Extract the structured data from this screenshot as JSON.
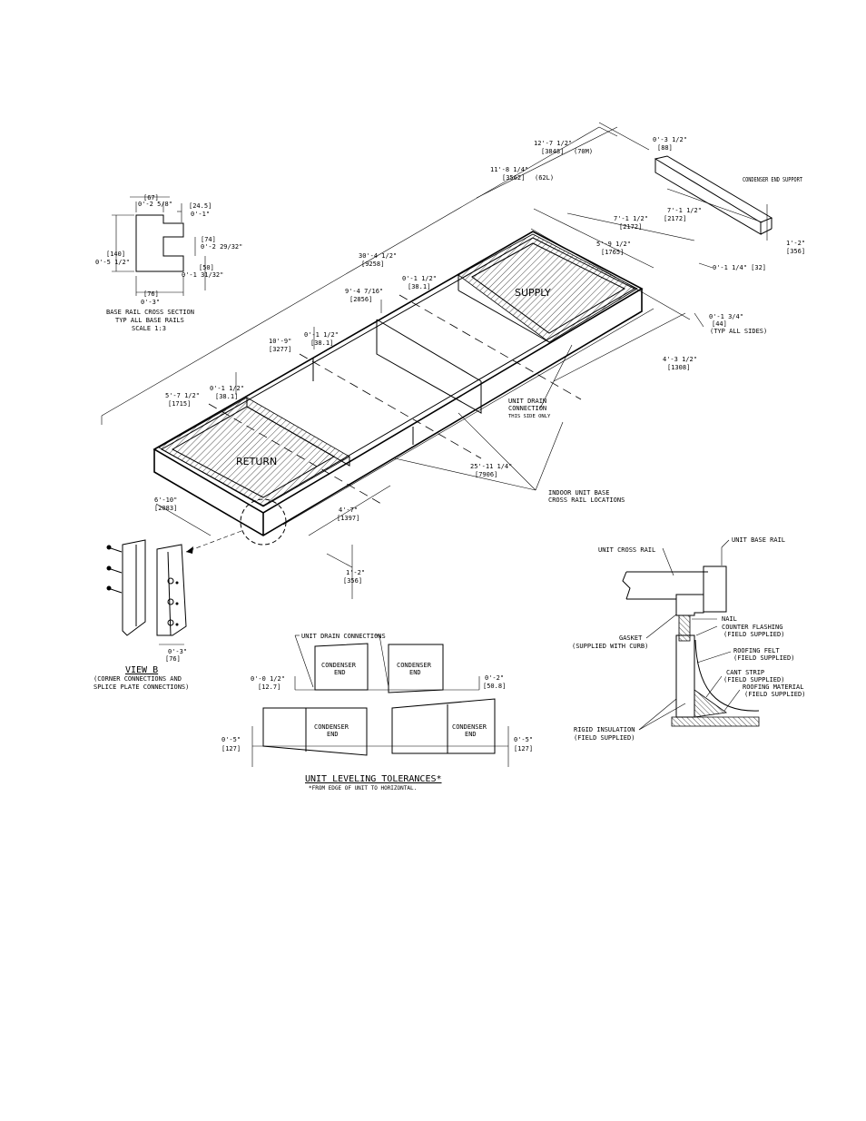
{
  "isometric": {
    "length_total": "30'-4 1/2\"",
    "length_total_mm": "[9258]",
    "supply_label": "SUPPLY",
    "return_label": "RETURN",
    "dim_12_7": "12'-7 1/2\"",
    "dim_12_7_mm": "[3848]",
    "dim_12_7_note": "(70M)",
    "dim_11_8": "11'-8 1/4\"",
    "dim_11_8_mm": "[3562]",
    "dim_11_8_note": "(62L)",
    "dim_0_3_5": "0'-3 1/2\"",
    "dim_0_3_5_mm": "[88]",
    "condenser_support": "CONDENSER END SUPPORT",
    "dim_7_1_a": "7'-1 1/2\"",
    "dim_7_1_a_mm": "[2172]",
    "dim_7_1_b": "7'-1 1/2\"",
    "dim_7_1_b_mm": "[2172]",
    "dim_1_2_a": "1'-2\"",
    "dim_1_2_a_mm": "[356]",
    "dim_5_9": "5'-9 1/2\"",
    "dim_5_9_mm": "[1765]",
    "dim_0_1_14": "0'-1 1/4\" [32]",
    "dim_0_1_12_a": "0'-1 1/2\"",
    "dim_0_1_12_a_mm": "[38.1]",
    "dim_9_4": "9'-4 7/16\"",
    "dim_9_4_mm": "[2856]",
    "dim_10_9": "10'-9\"",
    "dim_10_9_mm": "[3277]",
    "dim_0_1_12_b": "0'-1 1/2\"",
    "dim_0_1_12_b_mm": "[38.1]",
    "dim_0_1_34": "0'-1 3/4\"",
    "dim_0_1_34_mm": "[44]",
    "dim_0_1_34_note": "(TYP ALL SIDES)",
    "dim_4_3": "4'-3 1/2\"",
    "dim_4_3_mm": "[1308]",
    "dim_0_1_12_c": "0'-1 1/2\"",
    "dim_0_1_12_c_mm": "[38.1]",
    "dim_5_7": "5'-7 1/2\"",
    "dim_5_7_mm": "[1715]",
    "drain_note_1": "UNIT DRAIN",
    "drain_note_2": "CONNECTION",
    "drain_note_3": "THIS SIDE ONLY",
    "dim_25_11": "25'-11 1/4\"",
    "dim_25_11_mm": "[7906]",
    "cross_rail_1": "INDOOR UNIT BASE",
    "cross_rail_2": "CROSS RAIL LOCATIONS",
    "dim_6_10": "6'-10\"",
    "dim_6_10_mm": "[2083]",
    "dim_4_7": "4'-7\"",
    "dim_4_7_mm": "[1397]",
    "dim_1_2_b": "1'-2\"",
    "dim_1_2_b_mm": "[356]"
  },
  "base_rail": {
    "dim_67": "[67]",
    "dim_0_2_58": "0'-2 5/8\"",
    "dim_24_5": "[24.5]",
    "dim_0_1": "0'-1\"",
    "dim_74": "[74]",
    "dim_0_2_29": "0'-2 29/32\"",
    "dim_140": "[140]",
    "dim_0_5_12": "0'-5 1/2\"",
    "dim_50": "[50]",
    "dim_0_1_31": "0'-1 31/32\"",
    "dim_76": "[76]",
    "dim_0_3": "0'-3\"",
    "caption_1": "BASE RAIL CROSS SECTION",
    "caption_2": "TYP ALL BASE RAILS",
    "caption_3": "SCALE 1:3"
  },
  "view_b": {
    "dim_0_3": "0'-3\"",
    "dim_76": "[76]",
    "title": "VIEW B",
    "caption_1": "(CORNER CONNECTIONS AND",
    "caption_2": "SPLICE PLATE CONNECTIONS)"
  },
  "curb_detail": {
    "unit_base_rail": "UNIT BASE RAIL",
    "unit_cross_rail": "UNIT CROSS RAIL",
    "nail": "NAIL",
    "counter_flashing_1": "COUNTER FLASHING",
    "counter_flashing_2": "(FIELD SUPPLIED)",
    "gasket_1": "GASKET",
    "gasket_2": "(SUPPLIED WITH CURB)",
    "roofing_felt_1": "ROOFING FELT",
    "roofing_felt_2": "(FIELD SUPPLIED)",
    "cant_strip_1": "CANT STRIP",
    "cant_strip_2": "(FIELD SUPPLIED)",
    "roofing_material_1": "ROOFING MATERIAL",
    "roofing_material_2": "(FIELD SUPPLIED)",
    "rigid_insulation_1": "RIGID INSULATION",
    "rigid_insulation_2": "(FIELD SUPPLIED)"
  },
  "leveling": {
    "drain_connections": "UNIT DRAIN CONNECTIONS",
    "condenser_1": "CONDENSER",
    "end": "END",
    "tol_a": "0'-0 1/2\"",
    "tol_a_mm": "[12.7]",
    "tol_b": "0'-2\"",
    "tol_b_mm": "[50.8]",
    "tol_c": "0'-5\"",
    "tol_c_mm": "[127]",
    "tol_d": "0'-5\"",
    "tol_d_mm": "[127]",
    "title": "UNIT LEVELING TOLERANCES*",
    "footnote": "*FROM EDGE OF UNIT TO HORIZONTAL."
  }
}
